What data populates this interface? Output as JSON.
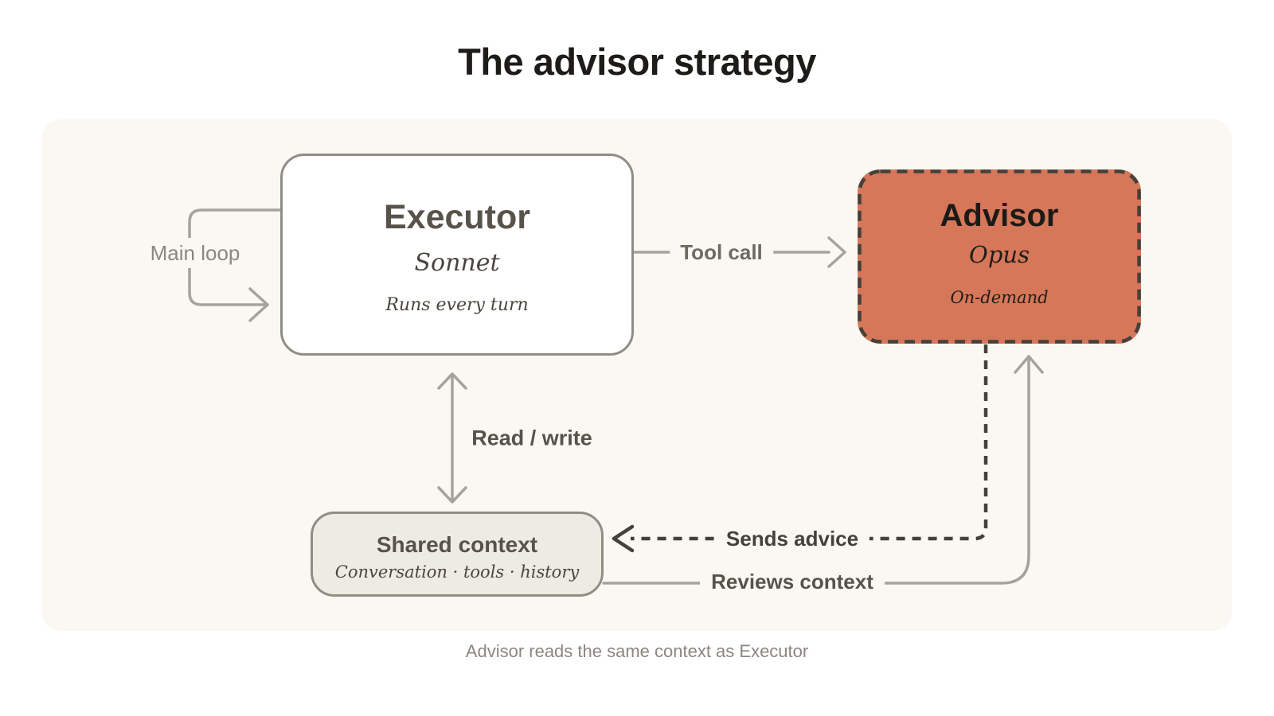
{
  "title": "The advisor strategy",
  "caption": "Advisor reads the same context as Executor",
  "nodes": {
    "executor": {
      "title": "Executor",
      "model": "Sonnet",
      "note": "Runs every turn"
    },
    "advisor": {
      "title": "Advisor",
      "model": "Opus",
      "note": "On-demand"
    },
    "shared_context": {
      "title": "Shared context",
      "note": "Conversation · tools · history"
    }
  },
  "edges": {
    "main_loop": {
      "label": "Main loop",
      "style": "solid-gray-loop"
    },
    "tool_call": {
      "label": "Tool call",
      "style": "solid-gray-arrow"
    },
    "read_write": {
      "label": "Read / write",
      "style": "solid-gray-double-arrow"
    },
    "sends_advice": {
      "label": "Sends advice",
      "style": "dashed-dark-arrow"
    },
    "reviews_context": {
      "label": "Reviews context",
      "style": "solid-gray-arrow"
    }
  },
  "colors": {
    "page_bg": "#ffffff",
    "panel_bg": "#faf8f3",
    "advisor_fill": "#d6775a",
    "advisor_dash_border": "#45413a",
    "executor_fill": "#ffffff",
    "shared_fill": "#edebe2",
    "box_border_gray": "#908d85",
    "arrow_gray": "#a6a39c",
    "dark_dash_arrow": "#45413a",
    "title_text": "#1e1c19",
    "muted_label": "#8b877f"
  }
}
